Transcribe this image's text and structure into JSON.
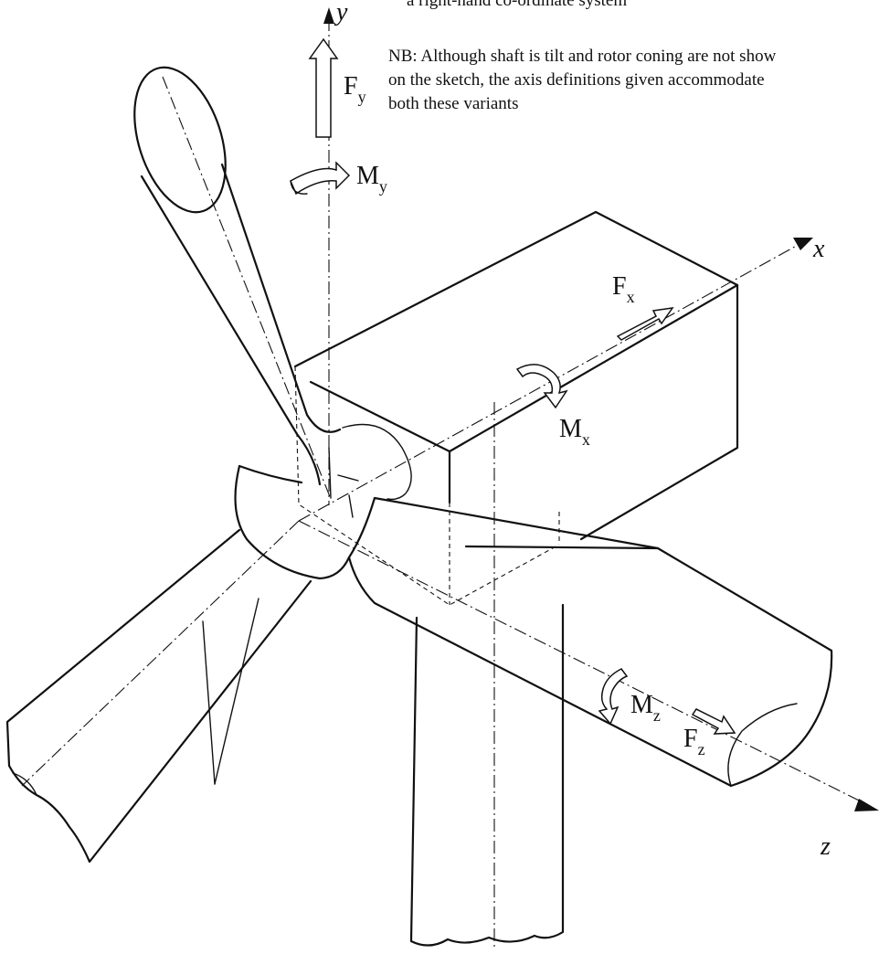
{
  "notes": {
    "top_line": "a right-hand co-ordinate system",
    "nb_line1": "NB: Although shaft is tilt and rotor coning are not show",
    "nb_line2": "on the sketch, the axis definitions given accommodate",
    "nb_line3": "both these variants"
  },
  "axes": {
    "x": "x",
    "y": "y",
    "z": "z"
  },
  "symbols": {
    "Fy": {
      "base": "F",
      "sub": "y"
    },
    "My": {
      "base": "M",
      "sub": "y"
    },
    "Fx": {
      "base": "F",
      "sub": "x"
    },
    "Mx": {
      "base": "M",
      "sub": "x"
    },
    "Mz": {
      "base": "M",
      "sub": "z"
    },
    "Fz": {
      "base": "F",
      "sub": "z"
    }
  }
}
